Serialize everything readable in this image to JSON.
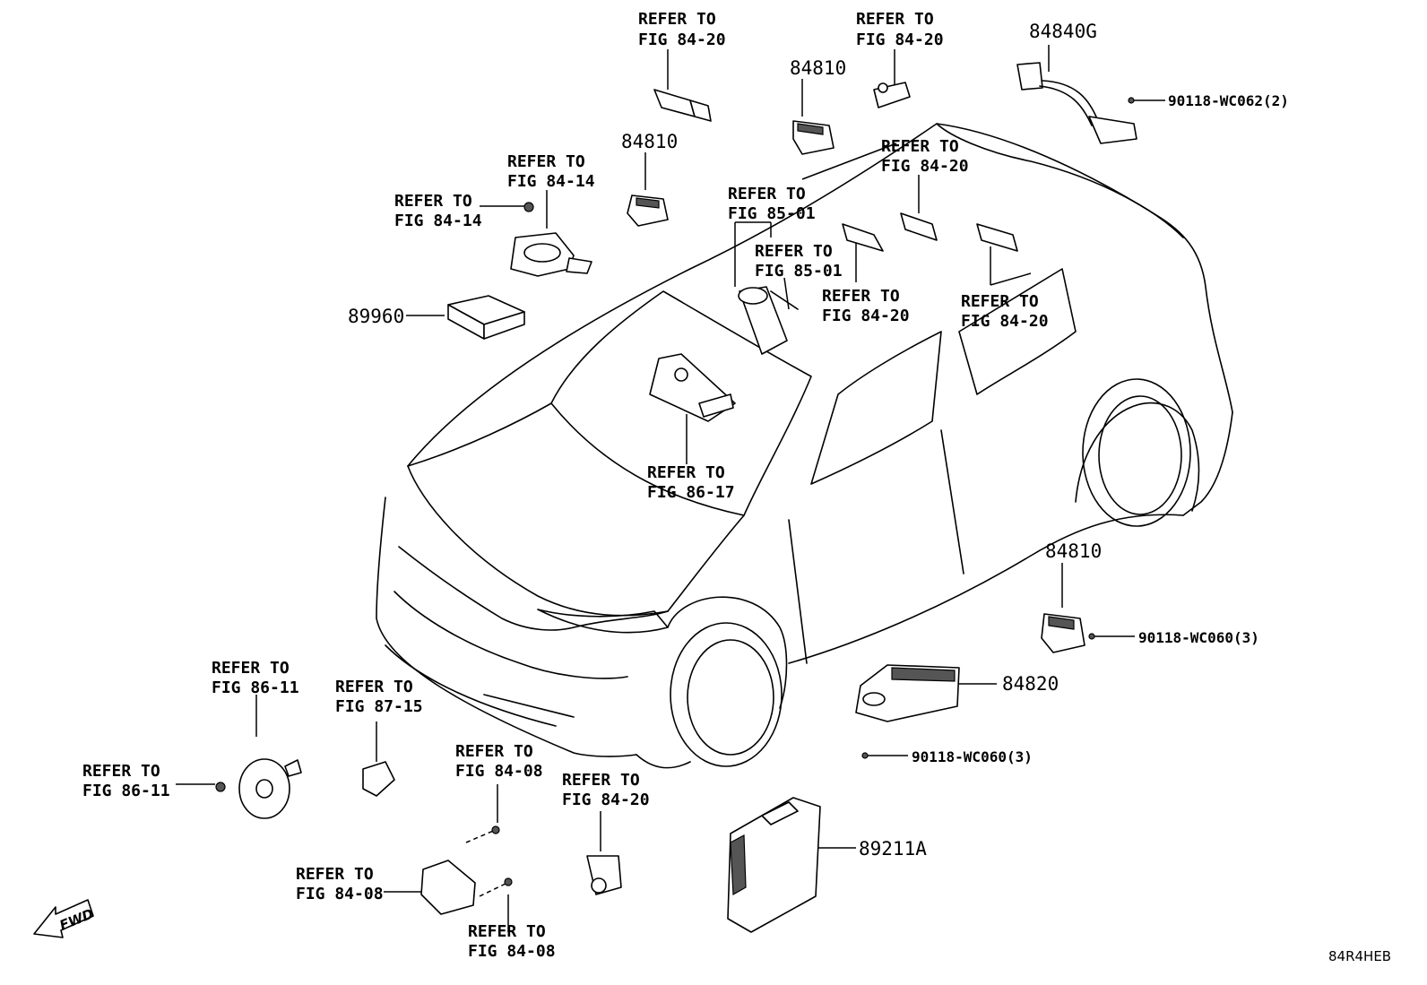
{
  "refs": {
    "r1": [
      "REFER TO",
      "FIG 84-20"
    ],
    "r2": [
      "REFER TO",
      "FIG 84-20"
    ],
    "r3": [
      "REFER TO",
      "FIG 84-14"
    ],
    "r4": [
      "REFER TO",
      "FIG 84-14"
    ],
    "r5": [
      "REFER TO",
      "FIG 84-20"
    ],
    "r6": [
      "REFER TO",
      "FIG 85-01"
    ],
    "r7": [
      "REFER TO",
      "FIG 85-01"
    ],
    "r8": [
      "REFER TO",
      "FIG 84-20"
    ],
    "r9": [
      "REFER TO",
      "FIG 84-20"
    ],
    "r10": [
      "REFER TO",
      "FIG 86-17"
    ],
    "r11": [
      "REFER TO",
      "FIG 86-11"
    ],
    "r12": [
      "REFER TO",
      "FIG 86-11"
    ],
    "r13": [
      "REFER TO",
      "FIG 87-15"
    ],
    "r14": [
      "REFER TO",
      "FIG 84-08"
    ],
    "r15": [
      "REFER TO",
      "FIG 84-20"
    ],
    "r16": [
      "REFER TO",
      "FIG 84-08"
    ],
    "r17": [
      "REFER TO",
      "FIG 84-08"
    ]
  },
  "parts": {
    "p84810_top": "84810",
    "p84810_left": "84810",
    "p84840g": "84840G",
    "p89960": "89960",
    "p84810_right": "84810",
    "p84820": "84820",
    "p89211a": "89211A"
  },
  "fasteners": {
    "f_wc062": "90118-WC062(2)",
    "f_wc060_a": "90118-WC060(3)",
    "f_wc060_b": "90118-WC060(3)"
  },
  "fwd_label": "FWD",
  "diagram_code": "84R4HEB"
}
